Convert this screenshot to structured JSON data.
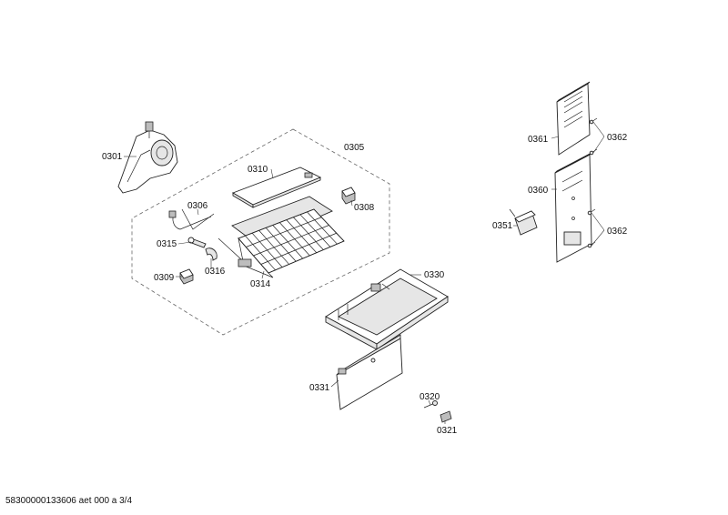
{
  "diagram": {
    "labels": {
      "p0301": "0301",
      "p0305": "0305",
      "p0306": "0306",
      "p0308": "0308",
      "p0309": "0309",
      "p0310": "0310",
      "p0314": "0314",
      "p0315": "0315",
      "p0316": "0316",
      "p0320": "0320",
      "p0321": "0321",
      "p0330": "0330",
      "p0331": "0331",
      "p0351": "0351",
      "p0360": "0360",
      "p0361": "0361",
      "p0362a": "0362",
      "p0362b": "0362"
    },
    "footer": "58300000133606 aet 000 a 3/4"
  }
}
